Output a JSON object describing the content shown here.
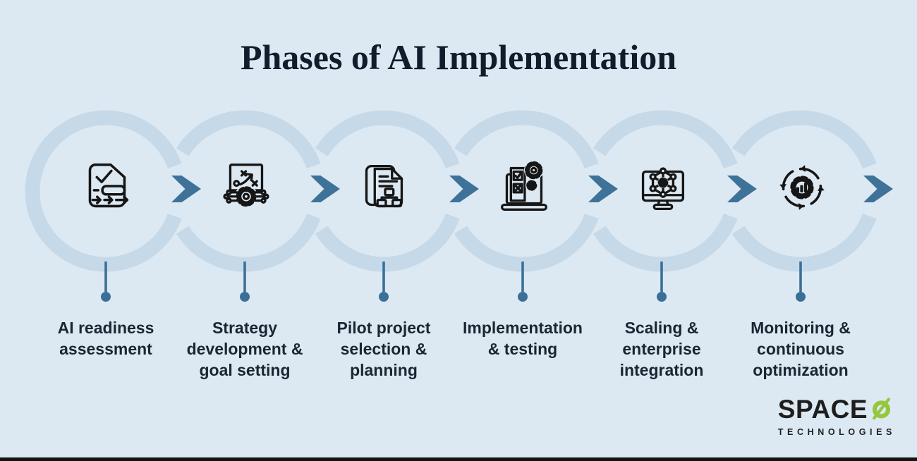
{
  "title": "Phases of AI Implementation",
  "phases": [
    {
      "label": "AI readiness\nassessment",
      "icon": "readiness-document"
    },
    {
      "label": "Strategy\ndevelopment &\ngoal setting",
      "icon": "strategy-plan"
    },
    {
      "label": "Pilot project\nselection &\nplanning",
      "icon": "pilot-documents"
    },
    {
      "label": "Implementation\n& testing",
      "icon": "implementation-laptop"
    },
    {
      "label": "Scaling &\nenterprise\nintegration",
      "icon": "scaling-network"
    },
    {
      "label": "Monitoring &\ncontinuous\noptimization",
      "icon": "monitoring-cycle"
    }
  ],
  "logo": {
    "brand": "SPACE",
    "symbol": "crossed-o-leaf",
    "subtitle": "TECHNOLOGIES"
  },
  "colors": {
    "background": "#dde9f2",
    "ring": "#c6d9e9",
    "arrow": "#3e7299",
    "connector": "#3a7098",
    "icon_ink": "#161616",
    "title_text": "#121c2c",
    "label_text": "#1d2533",
    "logo_black": "#1e1e1e",
    "logo_green": "#94c73e",
    "bottom_bar": "#141414"
  }
}
